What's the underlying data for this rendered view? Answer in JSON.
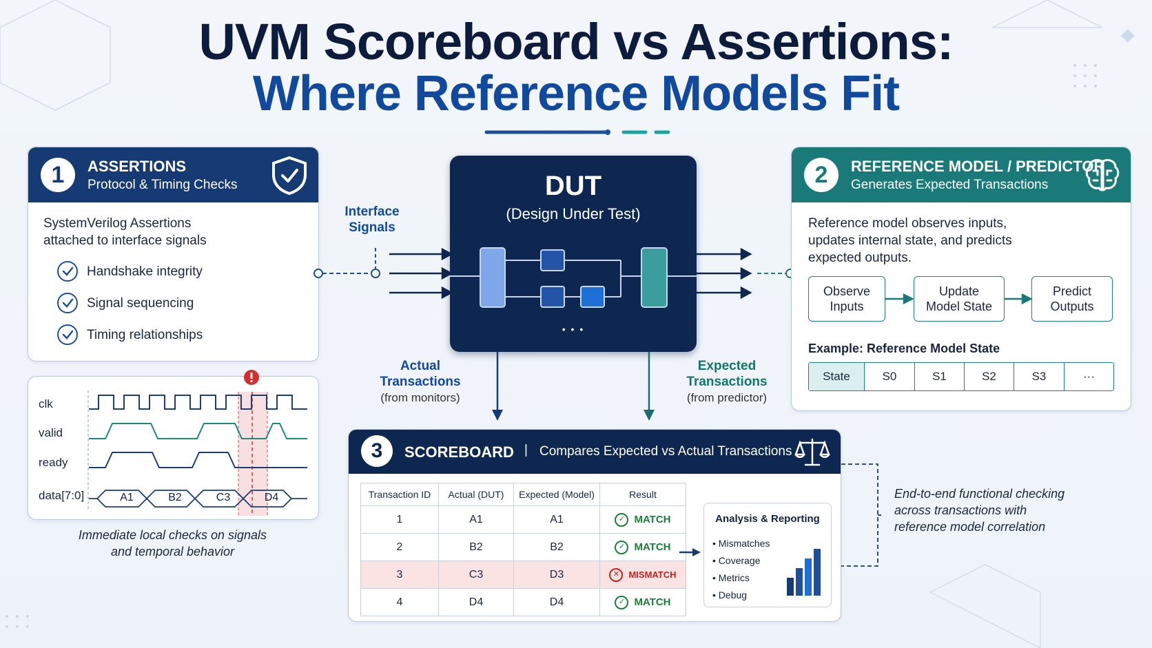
{
  "title": {
    "line1": "UVM Scoreboard vs Assertions:",
    "line2": "Where Reference Models Fit"
  },
  "assertions": {
    "number": "1",
    "title": "ASSERTIONS",
    "subtitle": "Protocol & Timing Checks",
    "description_line1": "SystemVerilog Assertions",
    "description_line2": "attached to interface signals",
    "checks": [
      "Handshake integrity",
      "Signal sequencing",
      "Timing relationships"
    ],
    "icon": "shield-check-icon"
  },
  "waveform": {
    "signals": [
      "clk",
      "valid",
      "ready",
      "data[7:0]"
    ],
    "data_values": [
      "A1",
      "B2",
      "C3",
      "D4"
    ],
    "caption_line1": "Immediate local checks on signals",
    "caption_line2": "and temporal behavior",
    "alert_icon": "exclamation-icon"
  },
  "interface_label_line1": "Interface",
  "interface_label_line2": "Signals",
  "dut": {
    "title": "DUT",
    "subtitle": "(Design Under Test)",
    "ellipsis": "• • •"
  },
  "actual": {
    "line1": "Actual",
    "line2": "Transactions",
    "line3": "(from monitors)"
  },
  "expected": {
    "line1": "Expected",
    "line2": "Transactions",
    "line3": "(from predictor)"
  },
  "reference_model": {
    "number": "2",
    "title": "REFERENCE MODEL / PREDICTOR",
    "subtitle": "Generates Expected Transactions",
    "description_line1": "Reference model observes inputs,",
    "description_line2": "updates internal state, and predicts",
    "description_line3": "expected outputs.",
    "steps": [
      {
        "line1": "Observe",
        "line2": "Inputs"
      },
      {
        "line1": "Update",
        "line2": "Model State"
      },
      {
        "line1": "Predict",
        "line2": "Outputs"
      }
    ],
    "example_title": "Example: Reference Model State",
    "states": [
      "State",
      "S0",
      "S1",
      "S2",
      "S3",
      "···"
    ],
    "icon": "brain-icon"
  },
  "scoreboard": {
    "number": "3",
    "title": "SCOREBOARD",
    "separator": "|",
    "subtitle": "Compares Expected vs Actual Transactions",
    "icon": "scales-icon",
    "columns": [
      "Transaction ID",
      "Actual (DUT)",
      "Expected (Model)",
      "Result"
    ],
    "rows": [
      {
        "id": "1",
        "actual": "A1",
        "expected": "A1",
        "result": "MATCH"
      },
      {
        "id": "2",
        "actual": "B2",
        "expected": "B2",
        "result": "MATCH"
      },
      {
        "id": "3",
        "actual": "C3",
        "expected": "D3",
        "result": "MISMATCH"
      },
      {
        "id": "4",
        "actual": "D4",
        "expected": "D4",
        "result": "MATCH"
      }
    ],
    "analysis_title": "Analysis & Reporting",
    "analysis_items": [
      "Mismatches",
      "Coverage",
      "Metrics",
      "Debug"
    ]
  },
  "end_to_end": {
    "line1": "End-to-end functional checking",
    "line2": "across transactions with",
    "line3": "reference model correlation"
  },
  "colors": {
    "navy": "#163a73",
    "dark_navy": "#0e2750",
    "teal": "#1a7a7a",
    "blue": "#114a9c",
    "match_green": "#188038",
    "mismatch_red": "#c5221f"
  }
}
